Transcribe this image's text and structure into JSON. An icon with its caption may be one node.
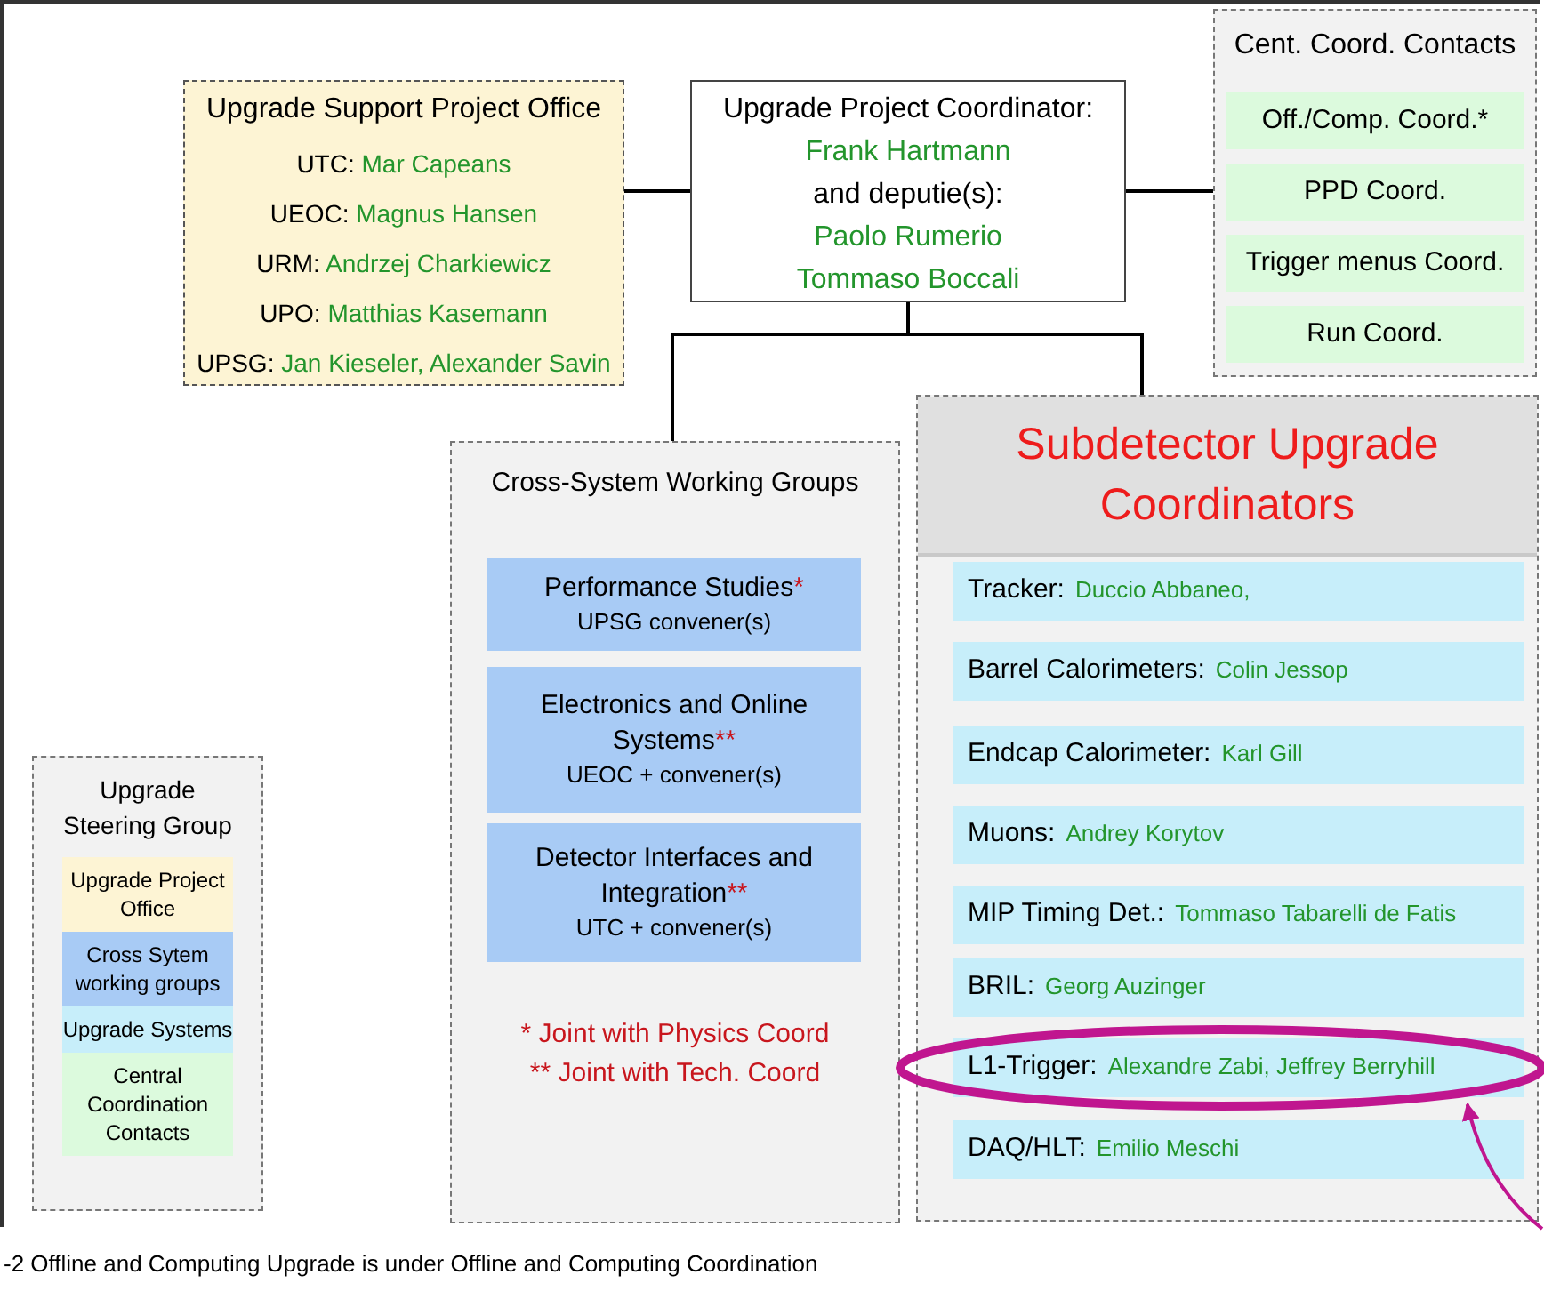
{
  "diagram": {
    "nodes": [
      {
        "text": [
          "Upgrade Support Project Office",
          "UTC:",
          "Mar Capeans",
          "UEOC:",
          "Magnus Hansen",
          "URM:",
          "Andrzej Charkiewicz",
          "UPO:",
          "Matthias Kasemann",
          "UPSG:",
          "Jan Kieseler, Alexander Savin"
        ]
      },
      {
        "text": [
          "Upgrade Project Coordinator:",
          "Frank Hartmann",
          "and deputie(s):",
          "Paolo Rumerio",
          "Tommaso Boccali"
        ]
      },
      {
        "text": [
          "Cent. Coord. Contacts"
        ]
      },
      {
        "text": [
          "Off./Comp. Coord.*"
        ],
        "in": 2
      },
      {
        "text": [
          "PPD Coord."
        ],
        "in": 2
      },
      {
        "text": [
          "Trigger menus Coord."
        ],
        "in": 2
      },
      {
        "text": [
          "Run Coord."
        ],
        "in": 2
      },
      {
        "text": [
          "Cross-System Working Groups",
          "* Joint with Physics Coord",
          "** Joint with Tech. Coord"
        ]
      },
      {
        "text": [
          "Performance Studies",
          "*",
          "UPSG convener(s)"
        ],
        "in": 7
      },
      {
        "text": [
          "Electronics and Online Systems",
          "**",
          "UEOC + convener(s)"
        ],
        "in": 7
      },
      {
        "text": [
          "Detector Interfaces and Integration",
          "**",
          "UTC + convener(s)"
        ],
        "in": 7
      },
      {
        "text": [
          "Subdetector Upgrade Coordinators"
        ]
      },
      {
        "text": [
          "Tracker:",
          "Duccio Abbaneo,"
        ],
        "in": 11
      },
      {
        "text": [
          "Barrel Calorimeters:",
          "Colin Jessop"
        ],
        "in": 11
      },
      {
        "text": [
          "Endcap Calorimeter:",
          "Karl Gill"
        ],
        "in": 11
      },
      {
        "text": [
          "Muons:",
          "Andrey Korytov"
        ],
        "in": 11
      },
      {
        "text": [
          "MIP Timing Det.:",
          "Tommaso Tabarelli de Fatis"
        ],
        "in": 11
      },
      {
        "text": [
          "BRIL:",
          "Georg Auzinger"
        ],
        "in": 11
      },
      {
        "text": [
          "L1-Trigger:",
          "Alexandre Zabi, Jeffrey Berryhill"
        ],
        "in": 11
      },
      {
        "text": [
          "DAQ/HLT:",
          "Emilio Meschi"
        ],
        "in": 11
      }
    ],
    "edges": [
      {
        "from": 1,
        "to": 0,
        "arrow": "none"
      },
      {
        "from": 1,
        "to": 2,
        "arrow": "none"
      },
      {
        "from": 1,
        "to": 7,
        "arrow": "none"
      },
      {
        "from": 1,
        "to": 11,
        "arrow": "none"
      },
      {
        "from": null,
        "to": 18,
        "arrow": "to",
        "color": "#c0168f"
      }
    ],
    "labels": [
      "Upgrade Steering Group",
      "-2 Offline and Computing Upgrade is under Offline and Computing Coordination"
    ],
    "legend": [
      {
        "text": "Upgrade Project Office",
        "color": "#fdf4d4"
      },
      {
        "text": "Cross Sytem working groups",
        "color": "#a8cbf5"
      },
      {
        "text": "Upgrade Systems",
        "color": "#c7eefa"
      },
      {
        "text": "Central Coordination Contacts",
        "color": "#dcfadd"
      }
    ]
  }
}
